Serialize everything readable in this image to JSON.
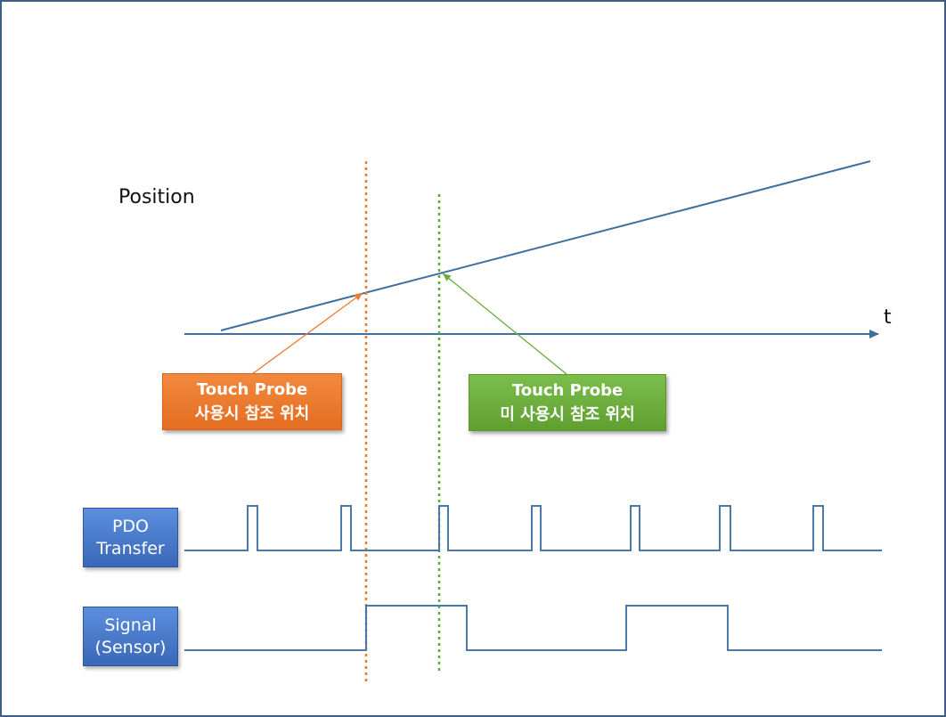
{
  "labels": {
    "position": "Position",
    "time_axis": "t"
  },
  "callouts": {
    "with_probe": {
      "line1": "Touch Probe",
      "line2": "사용시 참조 위치",
      "color": "#ee7a30"
    },
    "without_probe": {
      "line1": "Touch Probe",
      "line2": "미 사용시 참조 위치",
      "color": "#6aaa3a"
    }
  },
  "signals": {
    "pdo": {
      "line1": "PDO",
      "line2": "Transfer"
    },
    "sensor": {
      "line1": "Signal",
      "line2": "(Sensor)"
    }
  },
  "colors": {
    "axis": "#3f6f9f",
    "position_line": "#3f6f9f",
    "touch_probe_marker": "#ee7a30",
    "no_probe_marker": "#5aab3a",
    "waveform": "#4a78a8",
    "signal_box": "#3a68b8"
  }
}
